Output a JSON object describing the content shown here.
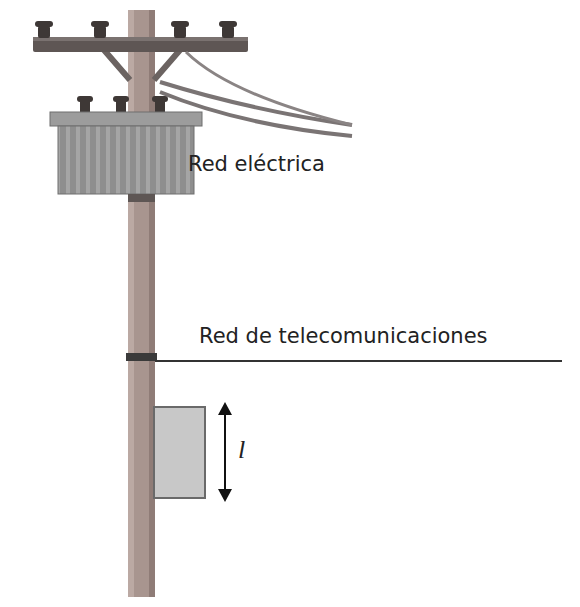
{
  "diagram": {
    "labels": [
      "Red eléctrica",
      "Red de telecomunicaciones",
      "l"
    ]
  }
}
